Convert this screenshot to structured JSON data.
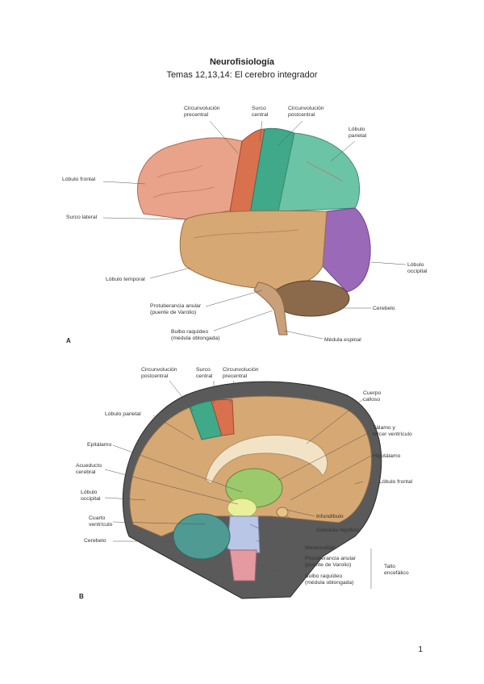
{
  "header": {
    "title": "Neurofisiología",
    "subtitle": "Temas 12,13,14: El cerebro integrador"
  },
  "figure_a": {
    "letter": "A",
    "labels": {
      "circ_precentral": "Circunvolución\nprecentral",
      "surco_central": "Surco\ncentral",
      "circ_postcentral": "Circunvolución\npostcentral",
      "lobulo_parietal": "Lóbulo\nparietal",
      "lobulo_frontal": "Lóbulo frontal",
      "surco_lateral": "Surco lateral",
      "lobulo_occipital": "Lóbulo\noccipital",
      "lobulo_temporal": "Lóbulo temporal",
      "protuberancia": "Protuberancia anular\n(puente de Varolio)",
      "cerebelo": "Cerebelo",
      "bulbo": "Bulbo raquídeo\n(médula oblongada)",
      "medula": "Médula espinal"
    }
  },
  "figure_b": {
    "letter": "B",
    "labels": {
      "circ_postcentral": "Circunvolución\npostcentral",
      "surco_central": "Surco\ncentral",
      "circ_precentral": "Circunvolución\nprecentral",
      "cuerpo_calloso": "Cuerpo\ncalloso",
      "lobulo_parietal": "Lóbulo parietal",
      "talamo": "Tálamo y\ntercer ventrículo",
      "epitalamo": "Epitálamo",
      "hipotalamo": "Hipotálamo",
      "acueducto": "Acueducto\ncerebral",
      "lobulo_frontal": "Lóbulo frontal",
      "lobulo_occipital": "Lóbulo\noccipital",
      "infundibulo": "Infundíbulo",
      "cuarto_ventriculo": "Cuarto\nventrículo",
      "glandula_hipofisis": "Glándula hipófisis",
      "cerebelo": "Cerebelo",
      "mesencefalo": "Mesencéfalo",
      "protuberancia": "Protuberancia anular\n(puente de Varolio)",
      "tallo": "Tallo\nencefálico",
      "bulbo": "Bulbo raquídeo\n(médula oblongada)"
    }
  },
  "footer": {
    "page_number": "1"
  },
  "colors": {
    "frontal": "#e8a38a",
    "precentral": "#d9704e",
    "postcentral": "#3fa98a",
    "parietal": "#6cc4a6",
    "temporal": "#d6a873",
    "occipital": "#9a6ab8",
    "cerebellum": "#8a6a4a",
    "cerebellum_b": "#4f9a93",
    "thalamus": "#9bc96b",
    "brainstem_b": "#b9c6e6",
    "bulbo_b": "#e49aa0"
  }
}
